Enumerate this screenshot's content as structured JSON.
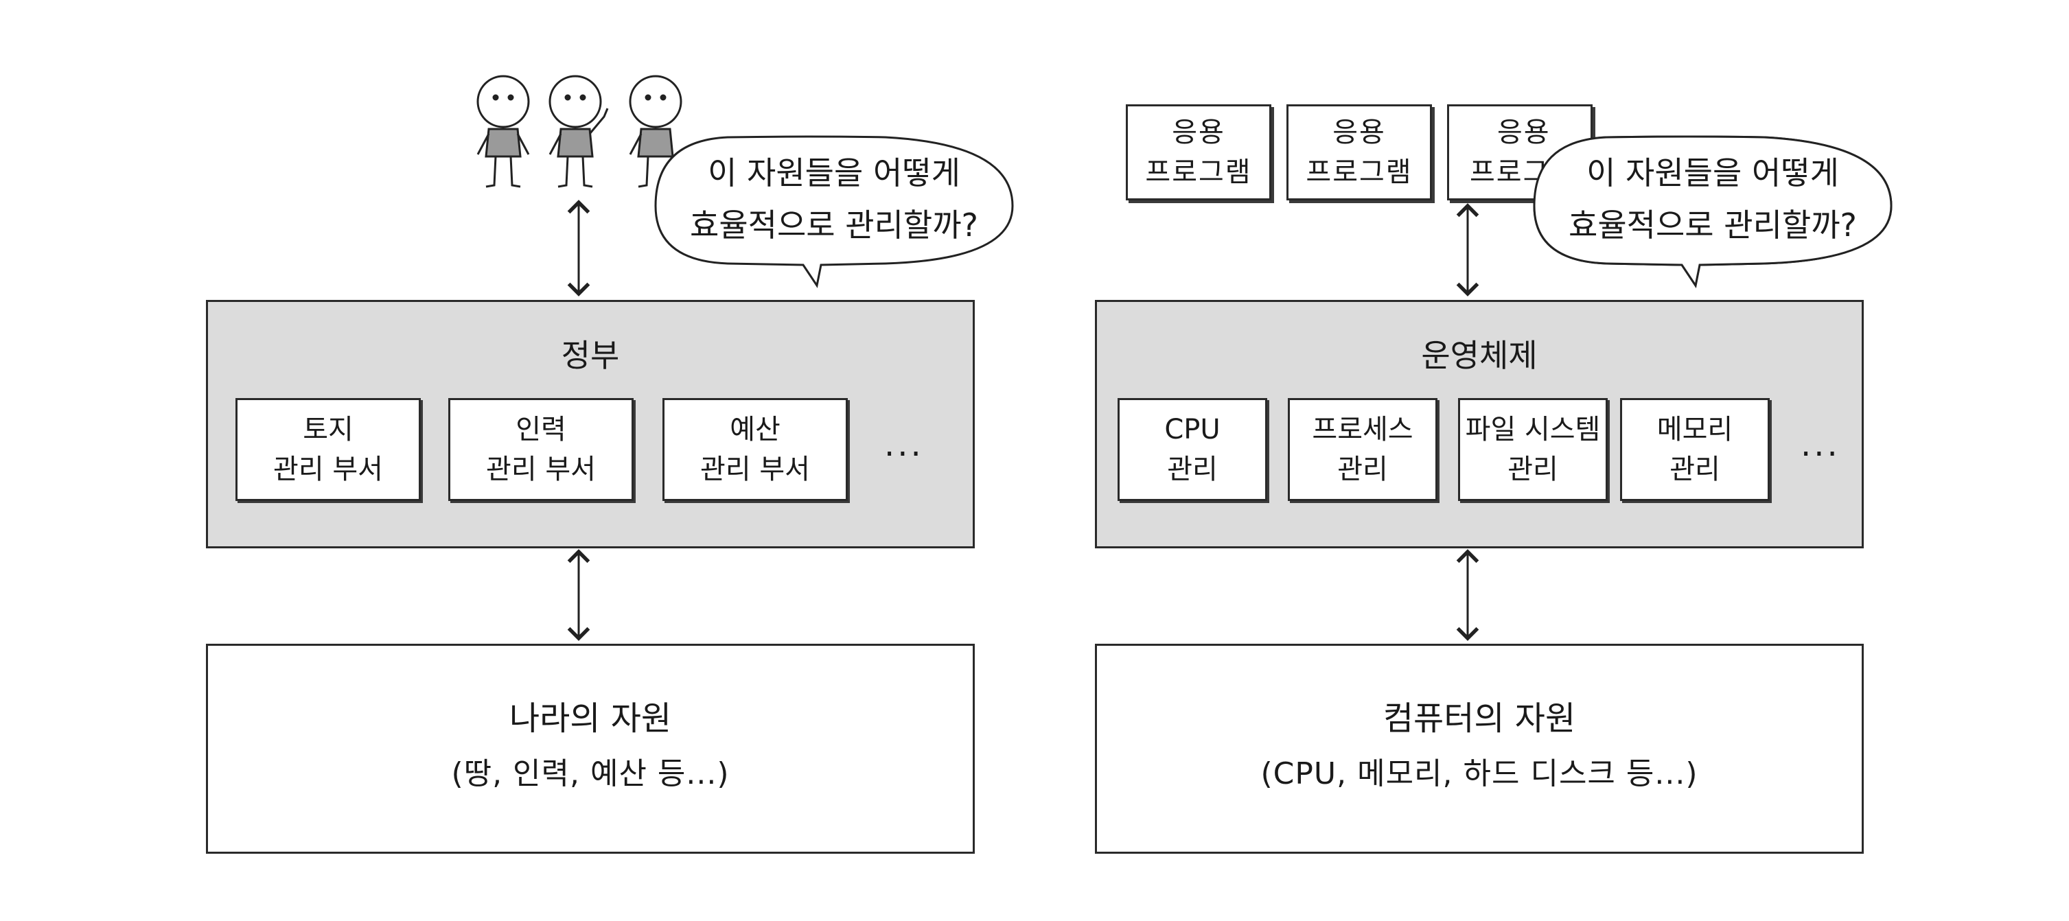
{
  "left": {
    "bubble": {
      "line1": "이 자원들을 어떻게",
      "line2": "효율적으로 관리할까?"
    },
    "manager": {
      "title": "정부",
      "departments": [
        {
          "line1": "토지",
          "line2": "관리 부서"
        },
        {
          "line1": "인력",
          "line2": "관리 부서"
        },
        {
          "line1": "예산",
          "line2": "관리 부서"
        }
      ],
      "ellipsis": "..."
    },
    "resources": {
      "title": "나라의 자원",
      "detail": "(땅, 인력, 예산 등...)"
    }
  },
  "right": {
    "apps": [
      {
        "line1": "응용",
        "line2": "프로그램"
      },
      {
        "line1": "응용",
        "line2": "프로그램"
      },
      {
        "line1": "응용",
        "line2": "프로그"
      }
    ],
    "bubble": {
      "line1": "이 자원들을 어떻게",
      "line2": "효율적으로 관리할까?"
    },
    "manager": {
      "title": "운영체제",
      "modules": [
        {
          "line1": "CPU",
          "line2": "관리"
        },
        {
          "line1": "프로세스",
          "line2": "관리"
        },
        {
          "line1": "파일 시스템",
          "line2": "관리"
        },
        {
          "line1": "메모리",
          "line2": "관리"
        }
      ],
      "ellipsis": "..."
    },
    "resources": {
      "title": "컴퓨터의 자원",
      "detail": "(CPU, 메모리, 하드 디스크 등...)"
    }
  }
}
